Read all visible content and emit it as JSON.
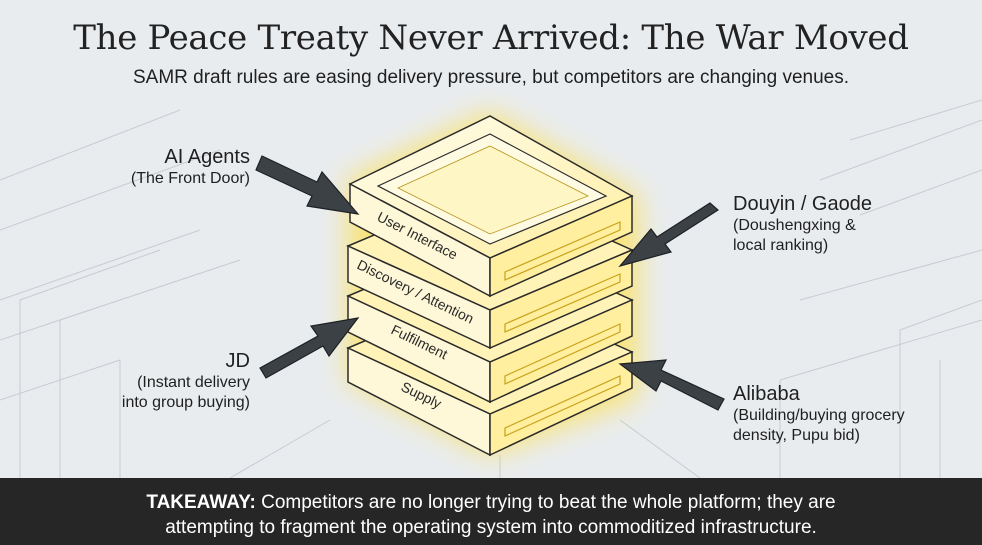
{
  "title": "The Peace Treaty Never Arrived: The War Moved",
  "subtitle": "SAMR draft rules are easing delivery pressure, but competitors are changing venues.",
  "layers": [
    {
      "label": "User Interface"
    },
    {
      "label": "Discovery / Attention"
    },
    {
      "label": "Fulfilment"
    },
    {
      "label": "Supply"
    }
  ],
  "competitors": {
    "ai_agents": {
      "name": "AI Agents",
      "desc": "(The Front Door)"
    },
    "douyin_gaode": {
      "name": "Douyin / Gaode",
      "desc_line1": "(Doushengxing &",
      "desc_line2": "local ranking)"
    },
    "jd": {
      "name": "JD",
      "desc_line1": "(Instant delivery",
      "desc_line2": "into group buying)"
    },
    "alibaba": {
      "name": "Alibaba",
      "desc_line1": "(Building/buying grocery",
      "desc_line2": "density, Pupu bid)"
    }
  },
  "footer": {
    "lead": "TAKEAWAY:",
    "line1_rest": " Competitors are no longer trying to beat the whole platform; they are",
    "line2": "attempting to fragment the operating system into commoditized infrastructure."
  },
  "colors": {
    "glow": "#ffe14d",
    "layer_fill": "#fff6cc",
    "layer_edge": "#2b2b2b",
    "arrow": "#3c4146",
    "footer_bg": "#262626"
  }
}
